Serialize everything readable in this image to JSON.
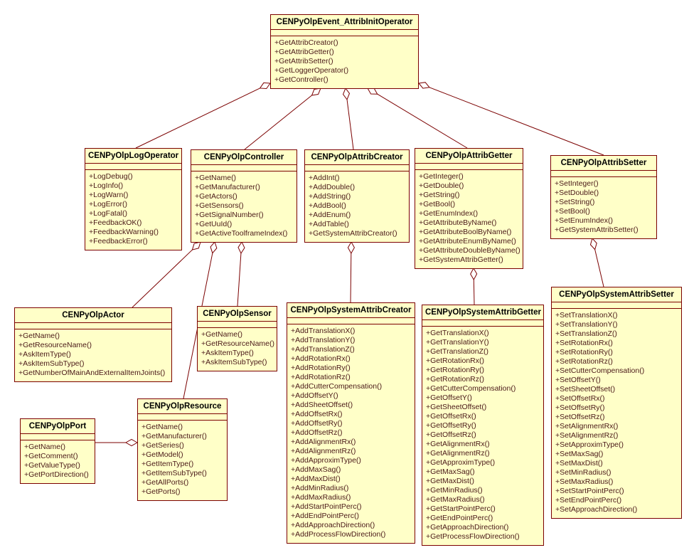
{
  "diagram": {
    "type": "uml-class-diagram",
    "colors": {
      "class_fill": "#ffffc8",
      "border": "#7b0000",
      "connector": "#7b0000",
      "title_text": "#000000",
      "method_text": "#4a1818",
      "background": "#ffffff"
    },
    "classes": [
      {
        "id": "event",
        "name": "CENPyOlpEvent_AttribInitOperator",
        "methods": [
          "+GetAttribCreator()",
          "+GetAttribGetter()",
          "+GetAttribSetter()",
          "+GetLoggerOperator()",
          "+GetController()"
        ]
      },
      {
        "id": "logoperator",
        "name": "CENPyOlpLogOperator",
        "methods": [
          "+LogDebug()",
          "+LogInfo()",
          "+LogWarn()",
          "+LogError()",
          "+LogFatal()",
          "+FeedbackOK()",
          "+FeedbackWarning()",
          "+FeedbackError()"
        ]
      },
      {
        "id": "controller",
        "name": "CENPyOlpController",
        "methods": [
          "+GetName()",
          "+GetManufacturer()",
          "+GetActors()",
          "+GetSensors()",
          "+GetSignalNumber()",
          "+GetUuId()",
          "+GetActiveToolframeIndex()"
        ]
      },
      {
        "id": "attribcreator",
        "name": "CENPyOlpAttribCreator",
        "methods": [
          "+AddInt()",
          "+AddDouble()",
          "+AddString()",
          "+AddBool()",
          "+AddEnum()",
          "+AddTable()",
          "+GetSystemAttribCreator()"
        ]
      },
      {
        "id": "attribgetter",
        "name": "CENPyOlpAttribGetter",
        "methods": [
          "+GetInteger()",
          "+GetDouble()",
          "+GetString()",
          "+GetBool()",
          "+GetEnumIndex()",
          "+GetAttributeByName()",
          "+GetAttributeBoolByName()",
          "+GetAttributeEnumByName()",
          "+GetAttributeDoubleByName()",
          "+GetSystemAttribGetter()"
        ]
      },
      {
        "id": "attribsetter",
        "name": "CENPyOlpAttribSetter",
        "methods": [
          "+SetInteger()",
          "+SetDouble()",
          "+SetString()",
          "+SetBool()",
          "+SetEnumIndex()",
          "+GetSystemAttribSetter()"
        ]
      },
      {
        "id": "actor",
        "name": "CENPyOlpActor",
        "methods": [
          "+GetName()",
          "+GetResourceName()",
          "+AskItemType()",
          "+AskItemSubType()",
          "+GetNumberOfMainAndExternalItemJoints()"
        ]
      },
      {
        "id": "sensor",
        "name": "CENPyOlpSensor",
        "methods": [
          "+GetName()",
          "+GetResourceName()",
          "+AskItemType()",
          "+AskItemSubType()"
        ]
      },
      {
        "id": "systemattribcreator",
        "name": "CENPyOlpSystemAttribCreator",
        "methods": [
          "+AddTranslationX()",
          "+AddTranslationY()",
          "+AddTranslationZ()",
          "+AddRotationRx()",
          "+AddRotationRy()",
          "+AddRotationRz()",
          "+AddCutterCompensation()",
          "+AddOffsetY()",
          "+AddSheetOffset()",
          "+AddOffsetRx()",
          "+AddOffsetRy()",
          "+AddOffsetRz()",
          "+AddAlignmentRx()",
          "+AddAlignmentRz()",
          "+AddApproximType()",
          "+AddMaxSag()",
          "+AddMaxDist()",
          "+AddMinRadius()",
          "+AddMaxRadius()",
          "+AddStartPointPerc()",
          "+AddEndPointPerc()",
          "+AddApproachDirection()",
          "+AddProcessFlowDirection()"
        ]
      },
      {
        "id": "systemattribgetter",
        "name": "CENPyOlpSystemAttribGetter",
        "methods": [
          "+GetTranslationX()",
          "+GetTranslationY()",
          "+GetTranslationZ()",
          "+GetRotationRx()",
          "+GetRotationRy()",
          "+GetRotationRz()",
          "+GetCutterCompensation()",
          "+GetOffsetY()",
          "+GetSheetOffset()",
          "+GetOffsetRx()",
          "+GetOffsetRy()",
          "+GetOffsetRz()",
          "+GetAlignmentRx()",
          "+GetAlignmentRz()",
          "+GetApproximType()",
          "+GetMaxSag()",
          "+GetMaxDist()",
          "+GetMinRadius()",
          "+GetMaxRadius()",
          "+GetStartPointPerc()",
          "+GetEndPointPerc()",
          "+GetApproachDirection()",
          "+GetProcessFlowDirection()"
        ]
      },
      {
        "id": "systemattribsetter",
        "name": "CENPyOlpSystemAttribSetter",
        "methods": [
          "+SetTranslationX()",
          "+SetTranslationY()",
          "+SetTranslationZ()",
          "+SetRotationRx()",
          "+SetRotationRy()",
          "+SetRotationRz()",
          "+SetCutterCompensation()",
          "+SetOffsetY()",
          "+SetSheetOffset()",
          "+SetOffsetRx()",
          "+SetOffsetRy()",
          "+SetOffsetRz()",
          "+SetAlignmentRx()",
          "+SetAlignmentRz()",
          "+SetApproximType()",
          "+SetMaxSag()",
          "+SetMaxDist()",
          "+SetMinRadius()",
          "+SetMaxRadius()",
          "+SetStartPointPerc()",
          "+SetEndPointPerc()",
          "+SetApproachDirection()"
        ]
      },
      {
        "id": "port",
        "name": "CENPyOlpPort",
        "methods": [
          "+GetName()",
          "+GetComment()",
          "+GetValueType()",
          "+GetPortDirection()"
        ]
      },
      {
        "id": "resource",
        "name": "CENPyOlpResource",
        "methods": [
          "+GetName()",
          "+GetManufacturer()",
          "+GetSeries()",
          "+GetModel()",
          "+GetItemType()",
          "+GetItemSubType()",
          "+GetAllPorts()",
          "+GetPorts()"
        ]
      }
    ],
    "relations": [
      {
        "from": "event",
        "to": "logoperator",
        "type": "aggregation",
        "diamond_at": "from"
      },
      {
        "from": "event",
        "to": "controller",
        "type": "aggregation",
        "diamond_at": "from"
      },
      {
        "from": "event",
        "to": "attribcreator",
        "type": "aggregation",
        "diamond_at": "from"
      },
      {
        "from": "event",
        "to": "attribgetter",
        "type": "aggregation",
        "diamond_at": "from"
      },
      {
        "from": "event",
        "to": "attribsetter",
        "type": "aggregation",
        "diamond_at": "from"
      },
      {
        "from": "controller",
        "to": "actor",
        "type": "aggregation",
        "diamond_at": "from"
      },
      {
        "from": "controller",
        "to": "resource",
        "type": "aggregation",
        "diamond_at": "from"
      },
      {
        "from": "controller",
        "to": "sensor",
        "type": "aggregation",
        "diamond_at": "from"
      },
      {
        "from": "attribcreator",
        "to": "systemattribcreator",
        "type": "aggregation",
        "diamond_at": "from"
      },
      {
        "from": "attribgetter",
        "to": "systemattribgetter",
        "type": "aggregation",
        "diamond_at": "from"
      },
      {
        "from": "attribsetter",
        "to": "systemattribsetter",
        "type": "aggregation",
        "diamond_at": "from"
      },
      {
        "from": "resource",
        "to": "port",
        "type": "aggregation",
        "diamond_at": "from"
      }
    ]
  }
}
